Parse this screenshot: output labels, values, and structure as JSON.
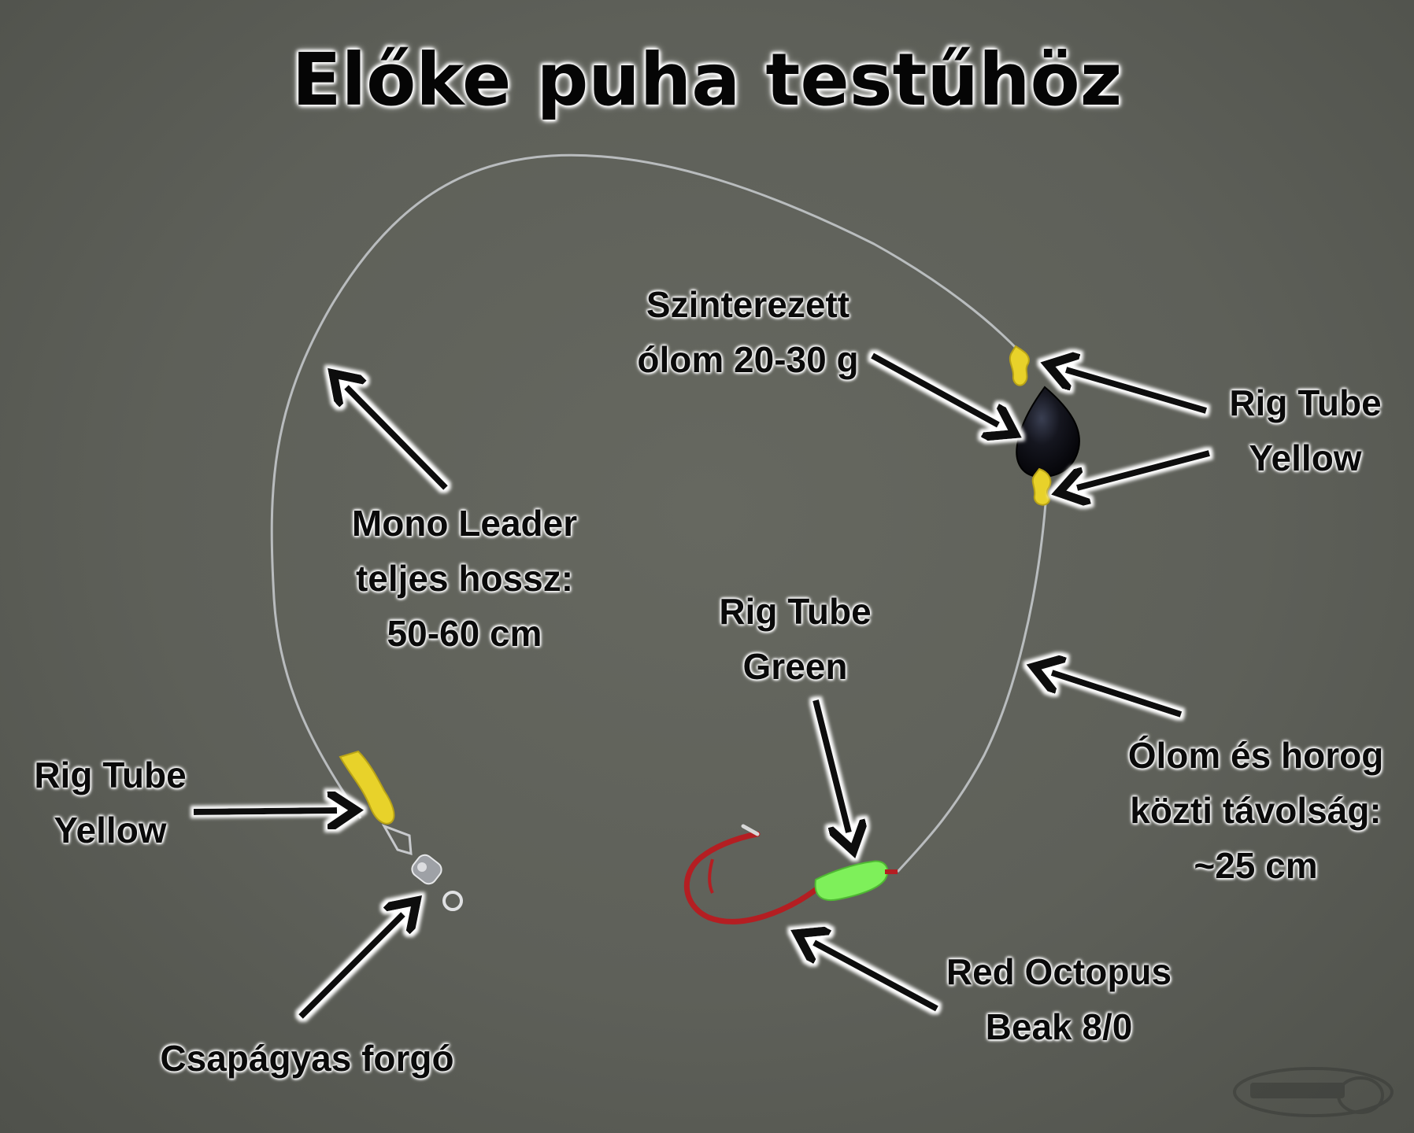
{
  "title": "Előke puha testűhöz",
  "labels": {
    "sinker": [
      "Szinterezett",
      "ólom 20-30 g"
    ],
    "rig_tube_top": [
      "Rig Tube",
      "Yellow"
    ],
    "mono_leader": [
      "Mono Leader",
      "teljes hossz:",
      "50-60 cm"
    ],
    "rig_tube_green": [
      "Rig Tube",
      "Green"
    ],
    "rig_tube_left": [
      "Rig Tube",
      "Yellow"
    ],
    "distance": [
      "Ólom és horog",
      "közti távolság:",
      "~25 cm"
    ],
    "hook": [
      "Red Octopus",
      "Beak 8/0"
    ],
    "swivel": "Csapágyas forgó"
  },
  "colors": {
    "background": "#5e6059",
    "line": "#c9cdd0",
    "tube_yellow": "#e8d22a",
    "tube_green": "#7ef05a",
    "hook_red": "#b41e22",
    "sinker": "#101018",
    "arrow": "#0a0a0a"
  }
}
